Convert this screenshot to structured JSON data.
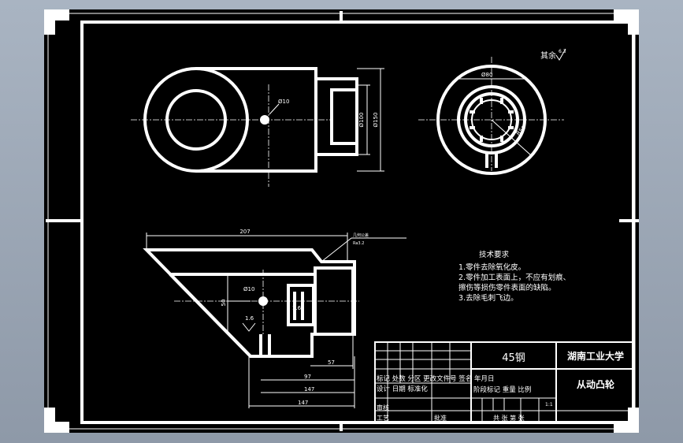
{
  "roughness_note": "其余",
  "roughness_value": "6.3",
  "dims": {
    "front_hole": "Ø10",
    "front_h1": "Ø100",
    "front_h2": "Ø150",
    "side_outer": "Ø80",
    "side_r": "R50",
    "bottom_len": "207",
    "bottom_hole": "Ø10",
    "bottom_w": "1.6",
    "bottom_v": "50",
    "bottom_s": "1.6",
    "bottom_d1": "57",
    "bottom_d2": "97",
    "bottom_d3": "147",
    "bottom_d4": "147",
    "leader_note1": "几何公差",
    "leader_note2": "Ra3.2"
  },
  "tech_notes": {
    "title": "技术要求",
    "lines": [
      "1.零件去除氧化皮。",
      "2.零件加工表面上，不应有划痕、",
      "擦伤等损伤零件表面的缺陷。",
      "3.去除毛刺飞边。"
    ]
  },
  "title_block": {
    "material": "45钢",
    "school": "湖南工业大学",
    "part_name": "从动凸轮",
    "header_row": "标记 处数 分区 更改文件号 签名 年月日",
    "design_row": "设计 日期 标准化",
    "stage_row": "阶段标记 重量 比例",
    "scale": "1:1",
    "review": "审核",
    "process": "工艺",
    "approve": "批准",
    "sheets_row": "共 张 第 张"
  }
}
